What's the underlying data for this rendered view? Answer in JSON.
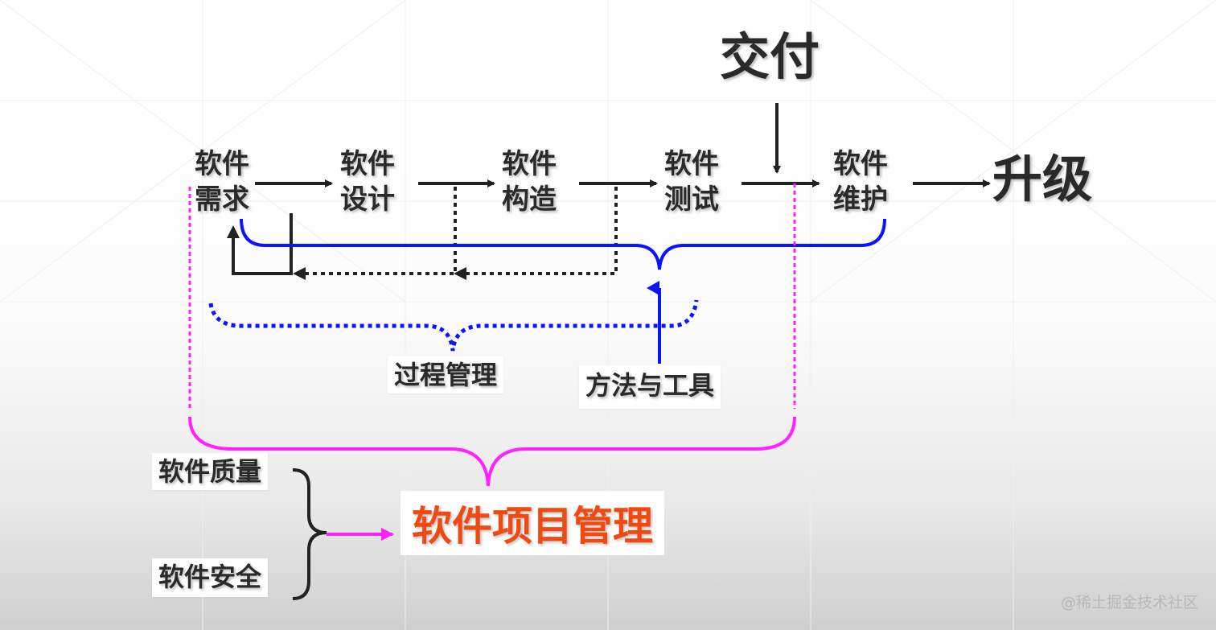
{
  "stages": {
    "requirements": "软件\n需求",
    "design": "软件\n设计",
    "construction": "软件\n构造",
    "testing": "软件\n测试",
    "maintenance": "软件\n维护"
  },
  "delivery": "交付",
  "upgrade": "升级",
  "process_management": "过程管理",
  "methods_tools": "方法与工具",
  "software_quality": "软件质量",
  "software_security": "软件安全",
  "project_management": "软件项目管理",
  "watermark": "@稀土掘金技术社区",
  "colors": {
    "text": "#2a2a2a",
    "arrow": "#222222",
    "blue": "#0a14ff",
    "magenta": "#ff22ff",
    "title_red": "#f04a12"
  }
}
